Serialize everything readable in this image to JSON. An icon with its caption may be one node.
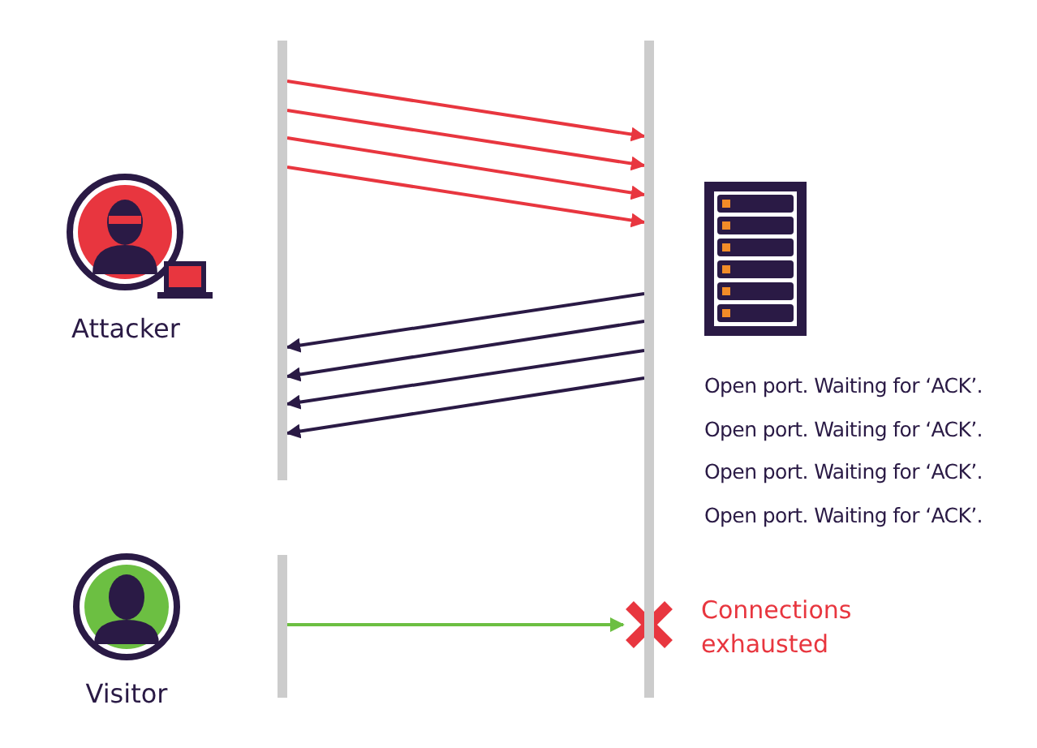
{
  "diagram": {
    "nodes": [
      {
        "text": [
          "Attacker"
        ]
      },
      {
        "text": [
          "Visitor"
        ]
      },
      {
        "text": [],
        "shape": "cross",
        "beside": [
          "Connections exhausted"
        ]
      },
      {
        "text": [],
        "shape": "bar"
      },
      {
        "text": [],
        "shape": "bar"
      },
      {
        "text": [],
        "shape": "bar"
      }
    ],
    "edges": [
      {
        "from": 3,
        "to": 5,
        "arrow": "to",
        "color": "#e8363f"
      },
      {
        "from": 3,
        "to": 5,
        "arrow": "to",
        "color": "#e8363f"
      },
      {
        "from": 3,
        "to": 5,
        "arrow": "to",
        "color": "#e8363f"
      },
      {
        "from": 3,
        "to": 5,
        "arrow": "to",
        "color": "#e8363f"
      },
      {
        "from": 5,
        "to": 3,
        "arrow": "to",
        "color": "#2a1a45"
      },
      {
        "from": 5,
        "to": 3,
        "arrow": "to",
        "color": "#2a1a45"
      },
      {
        "from": 5,
        "to": 3,
        "arrow": "to",
        "color": "#2a1a45"
      },
      {
        "from": 5,
        "to": 3,
        "arrow": "to",
        "color": "#2a1a45"
      },
      {
        "from": 4,
        "to": 2,
        "arrow": "to",
        "color": "#6cbf42"
      }
    ],
    "labels": [
      "Open port. Waiting for ‘ACK’.",
      "Open port. Waiting for ‘ACK’.",
      "Open port. Waiting for ‘ACK’.",
      "Open port. Waiting for ‘ACK’."
    ]
  }
}
